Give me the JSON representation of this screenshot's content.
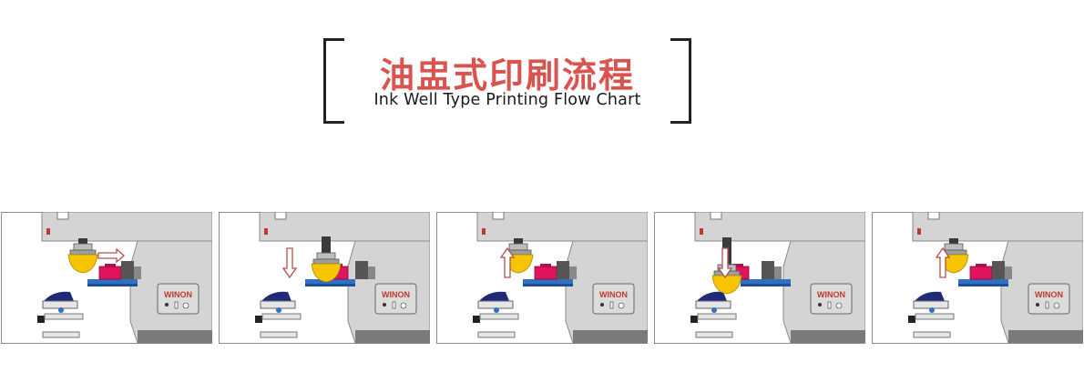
{
  "header": {
    "title_cn": "油盅式印刷流程",
    "title_en": "Ink Well Type Printing Flow Chart"
  },
  "brand_label": "WINON",
  "colors": {
    "title_red": "#d9534f",
    "machine_gray": "#d4d4d4",
    "machine_dark": "#7a7a7a",
    "pad_yellow": "#f6c400",
    "ink_cup_magenta": "#e0135f",
    "slide_blue": "#2f6fc4",
    "product_navy": "#1f2a78",
    "arrow_red": "#b05050"
  },
  "steps": [
    {
      "arrow": "right-arrow",
      "pad": "up"
    },
    {
      "arrow": "down-arrow",
      "pad": "down-on-plate"
    },
    {
      "arrow": "up-arrow",
      "pad": "up"
    },
    {
      "arrow": "down-arrow",
      "pad": "down-on-product"
    },
    {
      "arrow": "up-arrow",
      "pad": "up"
    }
  ]
}
